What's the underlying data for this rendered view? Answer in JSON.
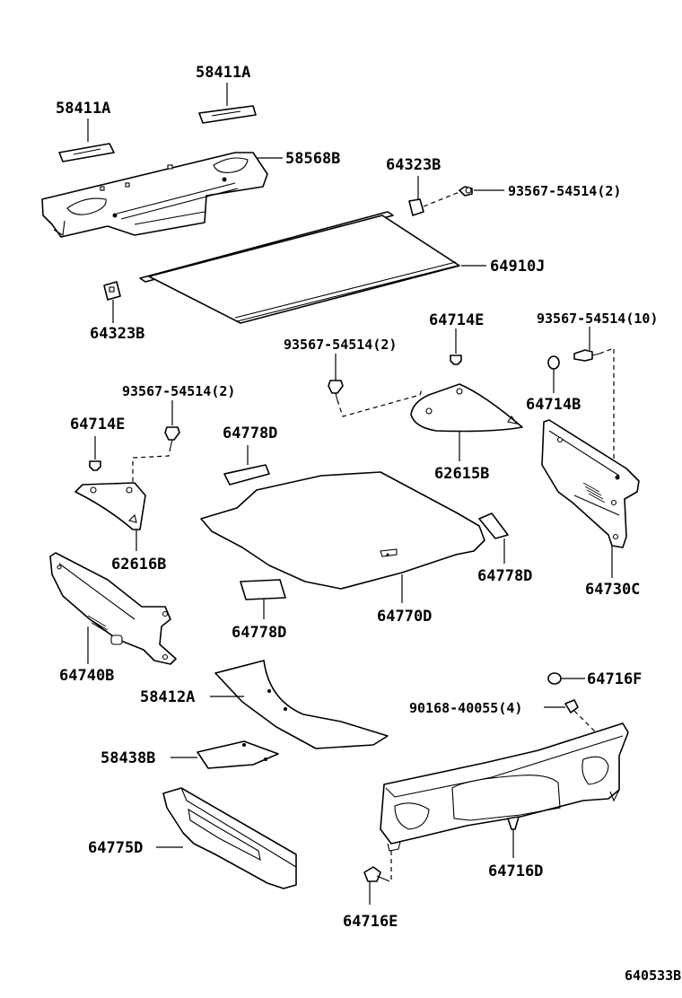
{
  "labels": {
    "l58411a_top": "58411A",
    "l58411a_left": "58411A",
    "l58568b": "58568B",
    "l64323b_top": "64323B",
    "l93567_2_top": "93567-54514(2)",
    "l64910j": "64910J",
    "l64323b_left": "64323B",
    "l64714e_center": "64714E",
    "l93567_10": "93567-54514(10)",
    "l93567_2_center": "93567-54514(2)",
    "l64714b": "64714B",
    "l93567_2_left": "93567-54514(2)",
    "l64714e_left": "64714E",
    "l64778d_top": "64778D",
    "l62615b": "62615B",
    "l62616b": "62616B",
    "l64778d_right": "64778D",
    "l64730c": "64730C",
    "l64778d_bottom": "64778D",
    "l64770d": "64770D",
    "l64740b": "64740B",
    "l64716f": "64716F",
    "l58412a": "58412A",
    "l90168": "90168-40055(4)",
    "l58438b": "58438B",
    "l64775d": "64775D",
    "l64716d": "64716D",
    "l64716e": "64716E",
    "figure_id": "640533B"
  }
}
